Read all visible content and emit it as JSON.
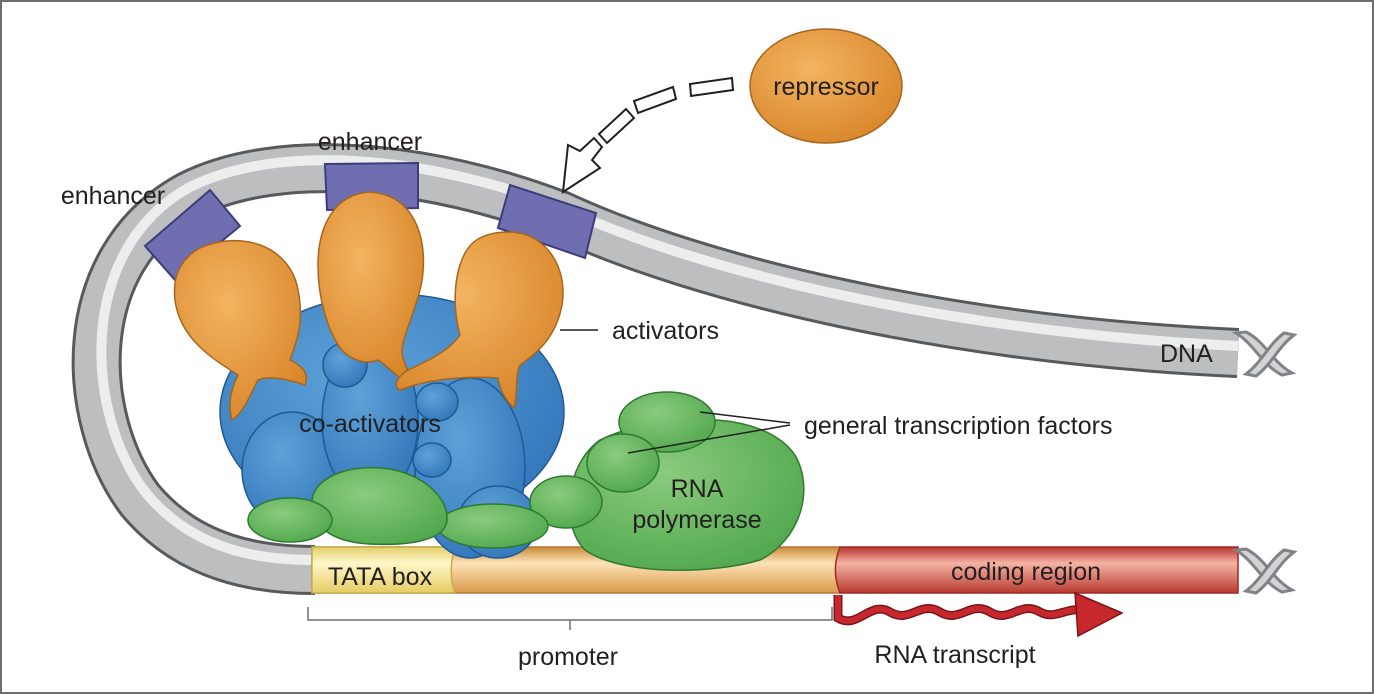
{
  "labels": {
    "repressor": "repressor",
    "enhancer_left": "enhancer",
    "enhancer_top": "enhancer",
    "activators": "activators",
    "dna": "DNA",
    "co_activators": "co-activators",
    "general_transcription_factors": "general transcription factors",
    "rna_polymerase_line1": "RNA",
    "rna_polymerase_line2": "polymerase",
    "tata_box": "TATA box",
    "coding_region": "coding region",
    "promoter": "promoter",
    "rna_transcript": "RNA transcript"
  },
  "colors": {
    "dna_tube": "#a7a9ac",
    "enhancer": "#6f6eb0",
    "activator": "#e0952f",
    "co_activator": "#3f86c6",
    "transcription_factor": "#5fb15a",
    "repressor": "#e0952f",
    "tata_box": "#fbe9a0",
    "promoter": "#f6c885",
    "coding_region": "#d9534f",
    "rna_transcript": "#c7282e"
  }
}
